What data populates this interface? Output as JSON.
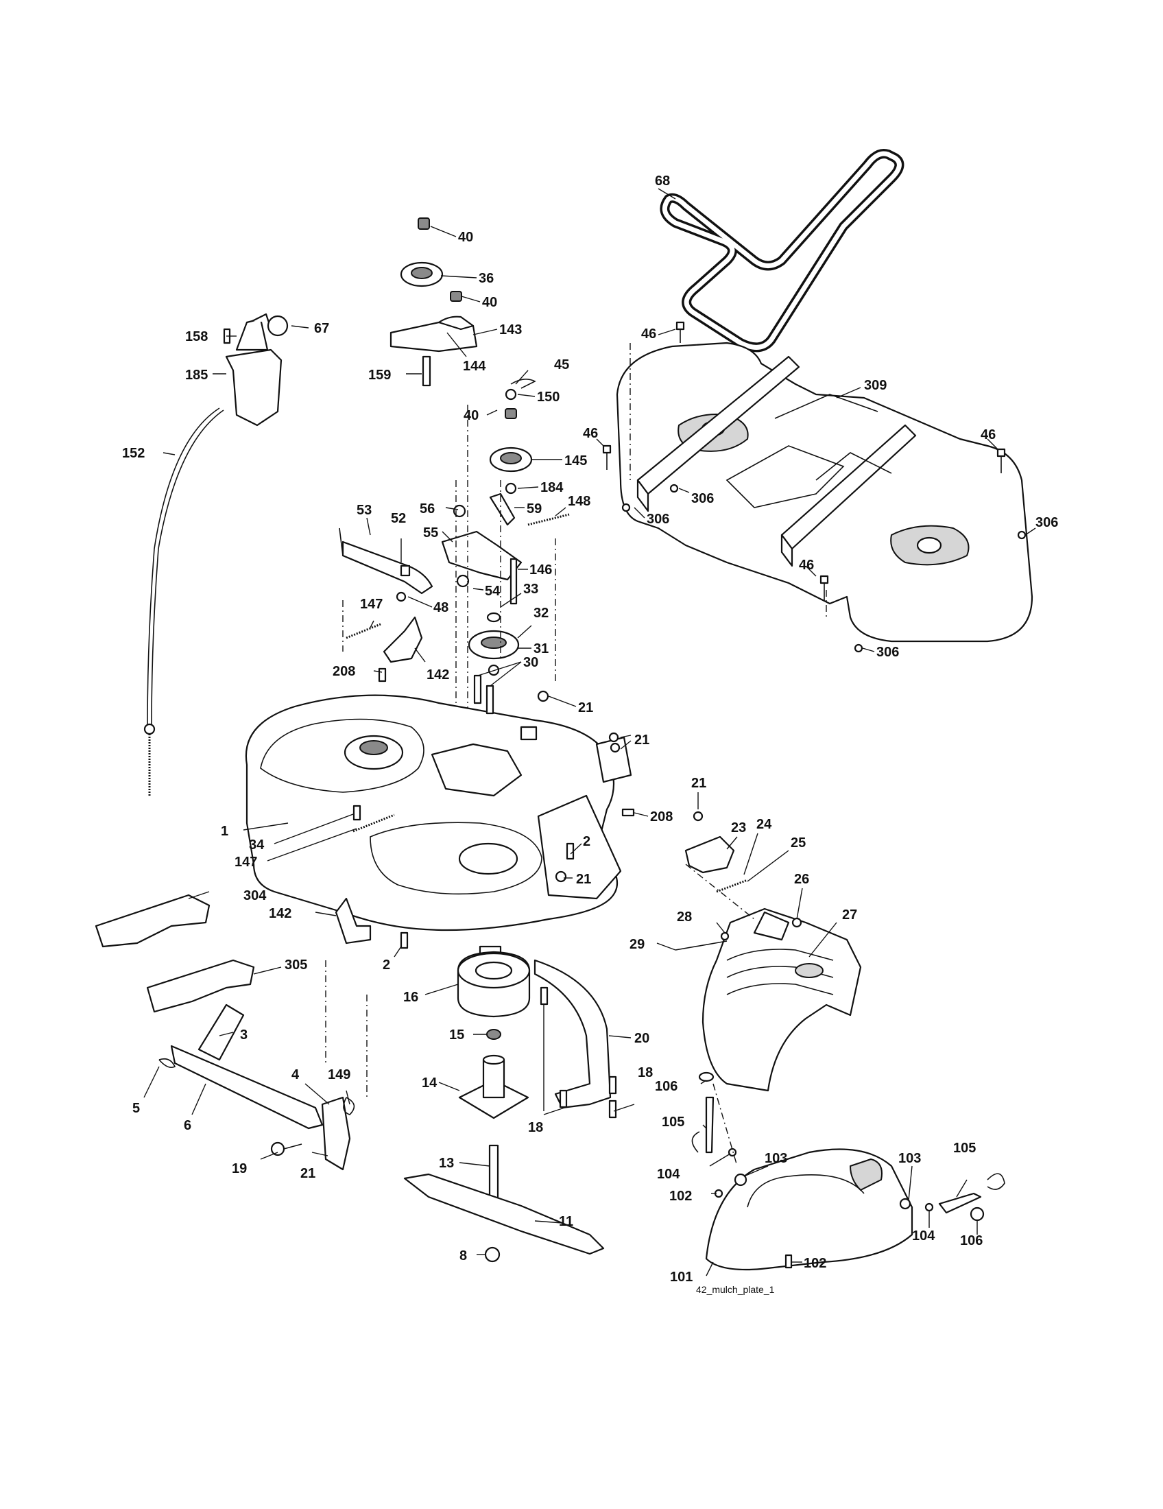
{
  "callouts": [
    {
      "id": "c-40a",
      "text": "40"
    },
    {
      "id": "c-36",
      "text": "36"
    },
    {
      "id": "c-40b",
      "text": "40"
    },
    {
      "id": "c-143",
      "text": "143"
    },
    {
      "id": "c-144",
      "text": "144"
    },
    {
      "id": "c-159",
      "text": "159"
    },
    {
      "id": "c-45",
      "text": "45"
    },
    {
      "id": "c-150",
      "text": "150"
    },
    {
      "id": "c-40c",
      "text": "40"
    },
    {
      "id": "c-145",
      "text": "145"
    },
    {
      "id": "c-184",
      "text": "184"
    },
    {
      "id": "c-158",
      "text": "158"
    },
    {
      "id": "c-67",
      "text": "67"
    },
    {
      "id": "c-185",
      "text": "185"
    },
    {
      "id": "c-152",
      "text": "152"
    },
    {
      "id": "c-68",
      "text": "68"
    },
    {
      "id": "c-46a",
      "text": "46"
    },
    {
      "id": "c-309",
      "text": "309"
    },
    {
      "id": "c-46b",
      "text": "46"
    },
    {
      "id": "c-46c",
      "text": "46"
    },
    {
      "id": "c-306a",
      "text": "306"
    },
    {
      "id": "c-306b",
      "text": "306"
    },
    {
      "id": "c-306c",
      "text": "306"
    },
    {
      "id": "c-46d",
      "text": "46"
    },
    {
      "id": "c-306d",
      "text": "306"
    },
    {
      "id": "c-53",
      "text": "53"
    },
    {
      "id": "c-52",
      "text": "52"
    },
    {
      "id": "c-56",
      "text": "56"
    },
    {
      "id": "c-55",
      "text": "55"
    },
    {
      "id": "c-59",
      "text": "59"
    },
    {
      "id": "c-148",
      "text": "148"
    },
    {
      "id": "c-146",
      "text": "146"
    },
    {
      "id": "c-54",
      "text": "54"
    },
    {
      "id": "c-33",
      "text": "33"
    },
    {
      "id": "c-48",
      "text": "48"
    },
    {
      "id": "c-147a",
      "text": "147"
    },
    {
      "id": "c-32",
      "text": "32"
    },
    {
      "id": "c-31",
      "text": "31"
    },
    {
      "id": "c-142a",
      "text": "142"
    },
    {
      "id": "c-30",
      "text": "30"
    },
    {
      "id": "c-208a",
      "text": "208"
    },
    {
      "id": "c-21a",
      "text": "21"
    },
    {
      "id": "c-21b",
      "text": "21"
    },
    {
      "id": "c-21c",
      "text": "21"
    },
    {
      "id": "c-208b",
      "text": "208"
    },
    {
      "id": "c-23",
      "text": "23"
    },
    {
      "id": "c-24",
      "text": "24"
    },
    {
      "id": "c-25",
      "text": "25"
    },
    {
      "id": "c-26",
      "text": "26"
    },
    {
      "id": "c-1",
      "text": "1"
    },
    {
      "id": "c-34",
      "text": "34"
    },
    {
      "id": "c-147b",
      "text": "147"
    },
    {
      "id": "c-2a",
      "text": "2"
    },
    {
      "id": "c-21d",
      "text": "21"
    },
    {
      "id": "c-304",
      "text": "304"
    },
    {
      "id": "c-142b",
      "text": "142"
    },
    {
      "id": "c-305",
      "text": "305"
    },
    {
      "id": "c-2b",
      "text": "2"
    },
    {
      "id": "c-28",
      "text": "28"
    },
    {
      "id": "c-27",
      "text": "27"
    },
    {
      "id": "c-29",
      "text": "29"
    },
    {
      "id": "c-16",
      "text": "16"
    },
    {
      "id": "c-15",
      "text": "15"
    },
    {
      "id": "c-20",
      "text": "20"
    },
    {
      "id": "c-3",
      "text": "3"
    },
    {
      "id": "c-4",
      "text": "4"
    },
    {
      "id": "c-149",
      "text": "149"
    },
    {
      "id": "c-14",
      "text": "14"
    },
    {
      "id": "c-18a",
      "text": "18"
    },
    {
      "id": "c-18b",
      "text": "18"
    },
    {
      "id": "c-106a",
      "text": "106"
    },
    {
      "id": "c-5",
      "text": "5"
    },
    {
      "id": "c-6",
      "text": "6"
    },
    {
      "id": "c-19",
      "text": "19"
    },
    {
      "id": "c-21e",
      "text": "21"
    },
    {
      "id": "c-105a",
      "text": "105"
    },
    {
      "id": "c-104a",
      "text": "104"
    },
    {
      "id": "c-103a",
      "text": "103"
    },
    {
      "id": "c-103b",
      "text": "103"
    },
    {
      "id": "c-105b",
      "text": "105"
    },
    {
      "id": "c-13",
      "text": "13"
    },
    {
      "id": "c-102a",
      "text": "102"
    },
    {
      "id": "c-104b",
      "text": "104"
    },
    {
      "id": "c-106b",
      "text": "106"
    },
    {
      "id": "c-11",
      "text": "11"
    },
    {
      "id": "c-8",
      "text": "8"
    },
    {
      "id": "c-101",
      "text": "101"
    },
    {
      "id": "c-102b",
      "text": "102"
    }
  ],
  "drawing_caption": "42_mulch_plate_1"
}
